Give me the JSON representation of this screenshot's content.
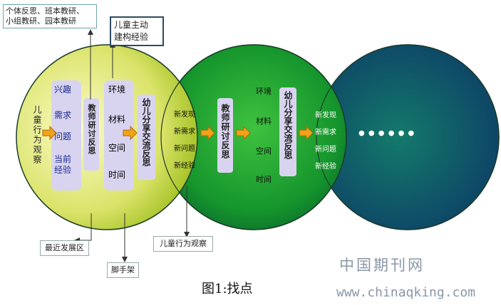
{
  "circle1": {
    "child_observe": "儿童行为观察",
    "left_group": [
      "兴趣",
      "需求",
      "问题",
      "当前经验"
    ],
    "reflect": "教师研讨反思",
    "env_group": [
      "环境",
      "材料",
      "空间",
      "时间"
    ],
    "share": "幼儿分享交流反思"
  },
  "circle2": {
    "new_items": [
      "新发现",
      "新需求",
      "新问题",
      "新经验"
    ],
    "reflect": "教师研讨反思",
    "env_group": [
      "环境",
      "材料",
      "空间",
      "时间"
    ],
    "share": "幼儿分享交流反思"
  },
  "circle3": {
    "new_items": [
      "新发现",
      "新需求",
      "新问题",
      "新经验"
    ],
    "ellipsis": "● ● ● ● ● ●"
  },
  "callouts": {
    "top_left": [
      "个体反思、班本教研、",
      "小组教研、园本教研"
    ],
    "top_mid": [
      "儿童主动",
      "建构经验"
    ],
    "zone": "最近发展区",
    "scaffold": "脚手架",
    "child_observe": "儿童行为观察"
  },
  "caption": "图1:找点",
  "watermark": {
    "cn": "中国期刊网",
    "url": "www.chinaqking.com"
  },
  "colors": {
    "circle1": "#dbe36a",
    "circle2": "#1a9a2e",
    "circle3": "#0f4e6c",
    "panel": "#d8d4f0",
    "arrow": "#f2a21a"
  }
}
